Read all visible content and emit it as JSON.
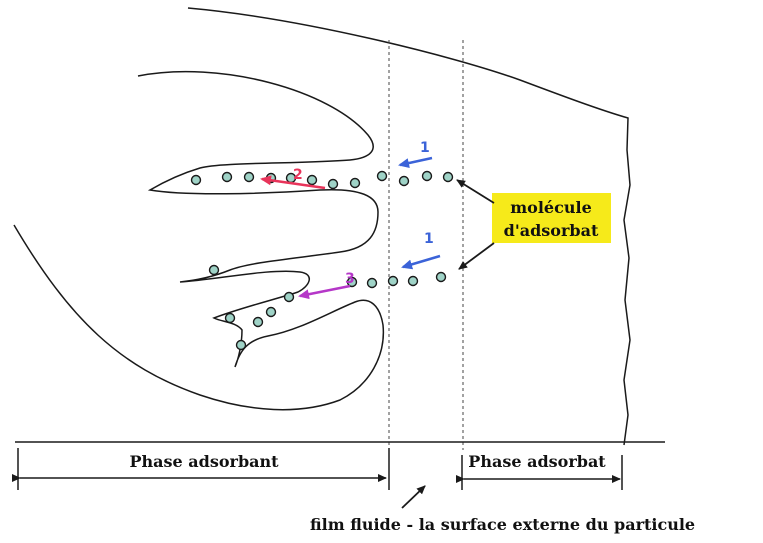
{
  "labels": {
    "molecule_line1": "molécule",
    "molecule_line2": "d'adsorbat",
    "phase_adsorbant": "Phase adsorbant",
    "phase_adsorbat": "Phase adsorbat",
    "film_fluide": "film fluide - la surface externe du particule"
  },
  "steps": {
    "step1_top": "1",
    "step2": "2",
    "step1_bottom": "1",
    "step3": "3"
  },
  "colors": {
    "outline": "#1a1a1a",
    "highlight_box": "#f6ea1a",
    "step1": "#3b63d8",
    "step2": "#e8345a",
    "step3": "#b537c8",
    "molecule_fill": "#9fd3c7"
  }
}
